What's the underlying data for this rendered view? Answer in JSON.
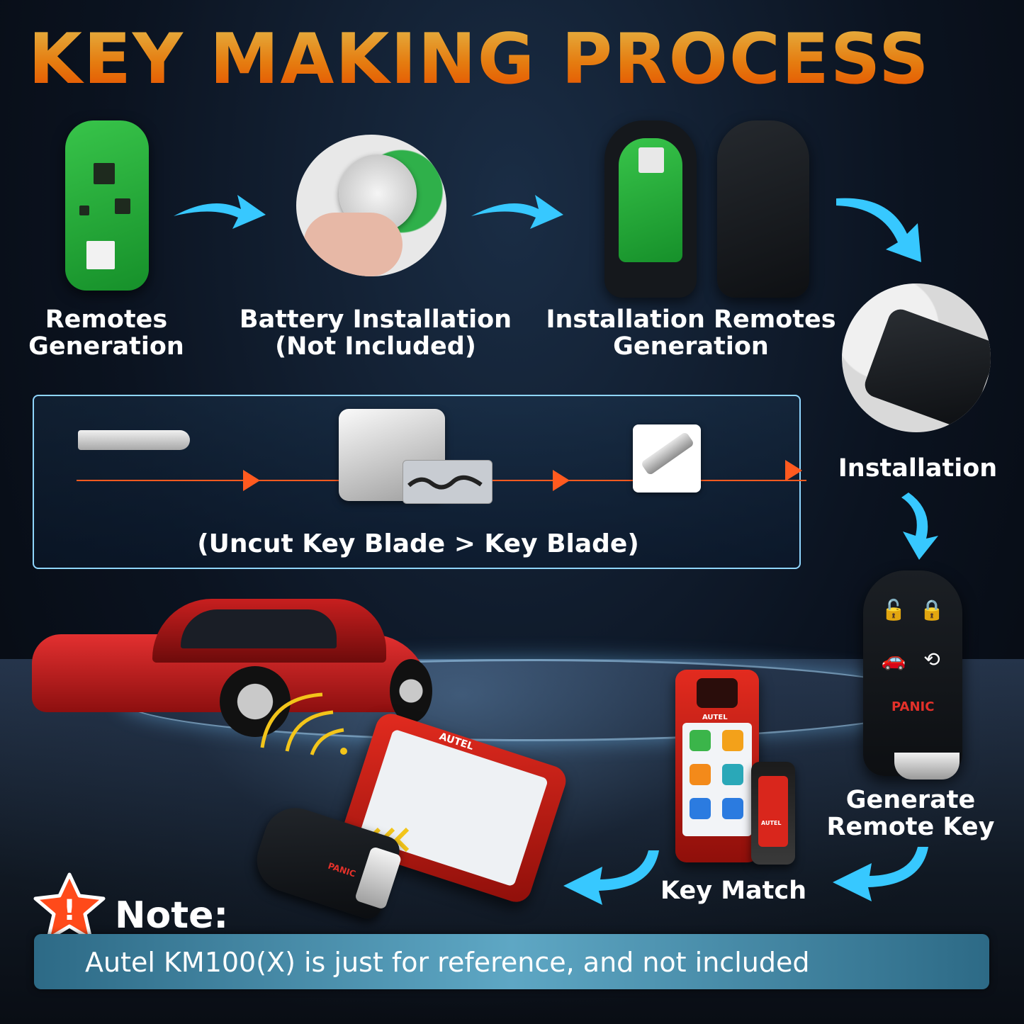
{
  "title": "KEY MAKING PROCESS",
  "steps": {
    "remotes_generation": [
      "Remotes",
      "Generation"
    ],
    "battery_installation": [
      "Battery Installation",
      "(Not Included)"
    ],
    "installation_remotes": [
      "Installation Remotes",
      "Generation"
    ],
    "installation": "Installation",
    "generate_remote_key": [
      "Generate",
      "Remote Key"
    ],
    "key_match": "Key Match"
  },
  "blade_panel": {
    "caption": "(Uncut Key Blade > Key Blade)"
  },
  "device": {
    "brand": "AUTEL"
  },
  "fob": {
    "panic_label": "PANIC"
  },
  "note": {
    "title": "Note:",
    "text": "Autel KM100(X) is just for reference, and not included"
  },
  "colors": {
    "title_orange": "#ff8a12",
    "arrow_cyan": "#37c8ff",
    "flow_line": "#ff5a1f",
    "panel_border": "#8fd6ff",
    "note_bar": "#5ea7c4",
    "autel_red": "#d91e18"
  }
}
